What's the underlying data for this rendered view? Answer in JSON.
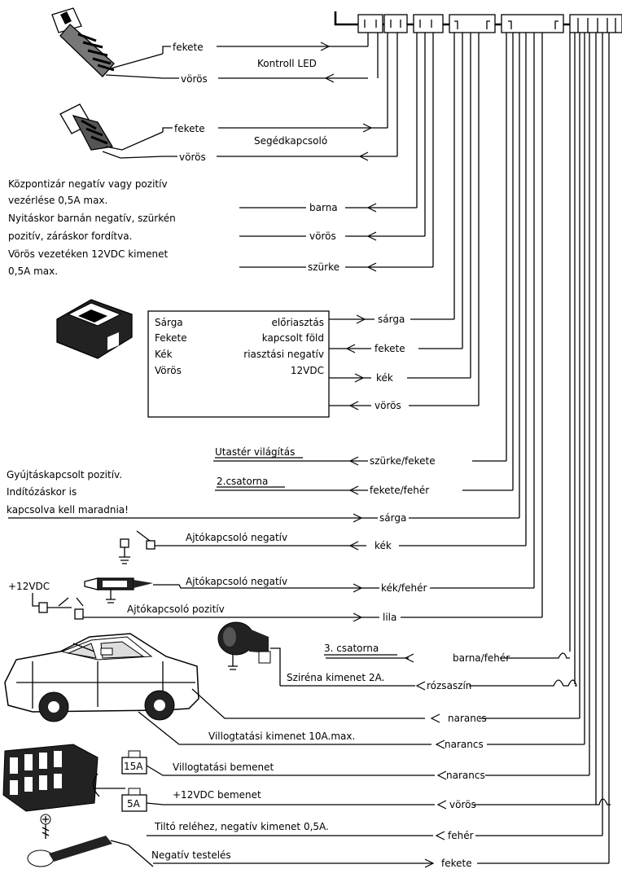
{
  "components": {
    "kontroll_led": {
      "wire1": "fekete",
      "wire2": "vörös",
      "label": "Kontroll LED"
    },
    "segedkapcsolo": {
      "wire1": "fekete",
      "wire2": "vörös",
      "label": "Segédkapcsoló"
    },
    "kozpontizar": {
      "desc_lines": [
        "Központizár negatív vagy pozitív",
        "vezérlése 0,5A max.",
        "Nyitáskor barnán negatív, szürkén",
        "pozitív, záráskor fordítva.",
        "Vörös vezetéken 12VDC kimenet",
        "0,5A max."
      ],
      "wires": [
        "barna",
        "vörös",
        "szürke"
      ]
    },
    "module": {
      "rows": [
        {
          "color": "Sárga",
          "function": "előriasztás"
        },
        {
          "color": "Fekete",
          "function": "kapcsolt föld"
        },
        {
          "color": "Kék",
          "function": "riasztási negatív"
        },
        {
          "color": "Vörös",
          "function": "12VDC"
        }
      ],
      "wires": [
        "sárga",
        "fekete",
        "kék",
        "vörös"
      ]
    },
    "utaster": {
      "label": "Utastér világítás",
      "wire": "szürke/fekete"
    },
    "csatorna2": {
      "label": "2.csatorna",
      "wire": "fekete/fehér"
    },
    "gyujtas": {
      "lines": [
        "Gyújtáskapcsolt pozitív.",
        "Indítózáskor is",
        "kapcsolva kell maradnia!"
      ],
      "wire": "sárga"
    },
    "ajto_neg1": {
      "label": "Ajtókapcsoló negatív",
      "wire": "kék"
    },
    "ajto_neg2": {
      "label": "Ajtókapcsoló negatív",
      "wire": "kék/fehér",
      "voltage": "+12VDC"
    },
    "ajto_poz": {
      "label": "Ajtókapcsoló pozitív",
      "wire": "lila"
    },
    "csatorna3": {
      "label": "3. csatorna",
      "wire": "barna/fehér"
    },
    "sziren": {
      "label": "Sziréna kimenet 2A.",
      "wire": "rózsaszín"
    },
    "villog_ki1": {
      "wire": "narancs"
    },
    "villog_ki2": {
      "label": "Villogtatási kimenet 10A.max.",
      "wire": "narancs"
    },
    "villog_be": {
      "label": "Villogtatási bemenet",
      "wire": "narancs",
      "fuse": "15A"
    },
    "tap": {
      "label": "+12VDC bemenet",
      "wire": "vörös",
      "fuse": "5A"
    },
    "tilto": {
      "label": "Tiltó reléhez, negatív kimenet 0,5A.",
      "wire": "fehér"
    },
    "testeles": {
      "label": "Negatív testelés",
      "wire": "fekete"
    }
  },
  "icons": [
    "led-icon",
    "switch-icon",
    "lock-actuator-icon",
    "siren-icon",
    "car-icon",
    "relay-box-icon",
    "fuse-icon",
    "ground-screw-icon",
    "ground-terminal-icon",
    "door-switch-icon",
    "crimp-connector-icon"
  ]
}
